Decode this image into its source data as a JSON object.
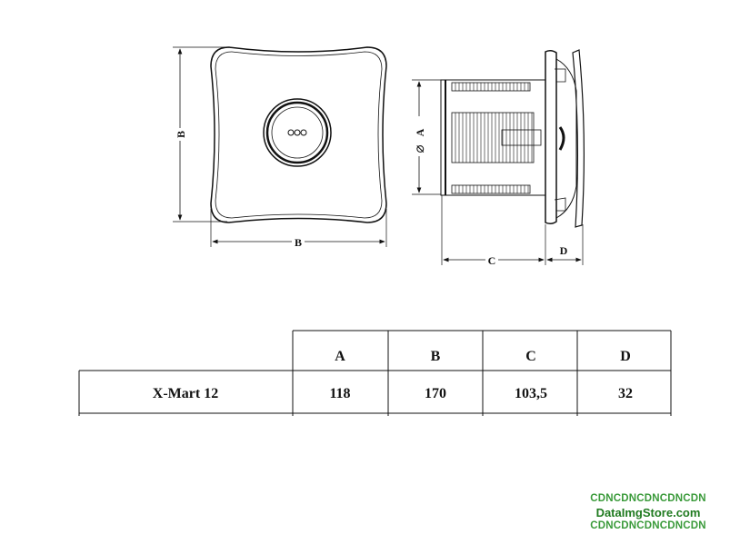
{
  "drawing": {
    "front_view": {
      "width_label": "B",
      "height_label": "B",
      "button_symbol": "ooo"
    },
    "side_view": {
      "diameter_label": "A",
      "diameter_symbol": "⌀",
      "depth_label": "C",
      "grille_label": "D"
    }
  },
  "table": {
    "headers": [
      "A",
      "B",
      "C",
      "D"
    ],
    "rows": [
      {
        "model": "X-Mart 12",
        "values": [
          "118",
          "170",
          "103,5",
          "32"
        ]
      }
    ]
  },
  "watermark": {
    "line1": "CDNCDNCDNCDNCDN",
    "line2": "DataImgStore.com",
    "line3": "CDNCDNCDNCDNCDN"
  }
}
